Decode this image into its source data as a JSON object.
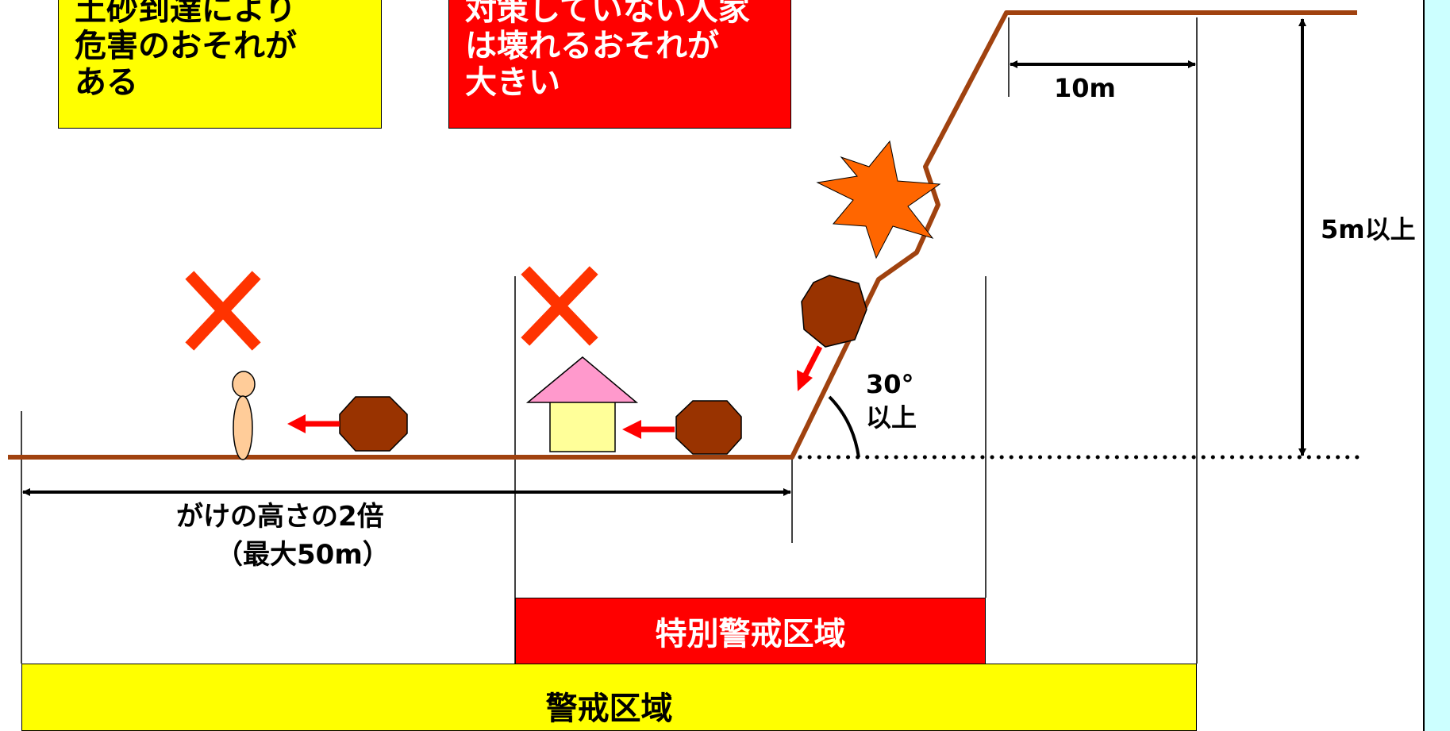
{
  "notes": {
    "yellow": {
      "lines": [
        "土砂到達により",
        "危害のおそれが",
        "ある"
      ],
      "background": "#ffff00"
    },
    "red": {
      "lines": [
        "対策していない人家",
        "は壊れるおそれが",
        "大きい"
      ],
      "background": "#ff0000"
    }
  },
  "labels": {
    "width_top": "10m",
    "height_right": "5m以上",
    "angle_line1": "30°",
    "angle_line2": "以上",
    "distance_line1": "がけの高さの2倍",
    "distance_line2": "（最大50m）"
  },
  "zones": {
    "special": "特別警戒区域",
    "warning": "警戒区域"
  },
  "colors": {
    "ground": "#a0420f",
    "boulder": "#993300",
    "arrow": "#ff0000",
    "cross": "#ff3300",
    "burst": "#ff6600",
    "house_roof": "#ff99cc",
    "house_wall": "#ffff99",
    "person": "#ffcc99",
    "panel": "#ccffff"
  },
  "icons": [
    "cross-mark-icon",
    "boulder-icon",
    "house-icon",
    "person-icon",
    "burst-icon",
    "arrow-icon"
  ]
}
